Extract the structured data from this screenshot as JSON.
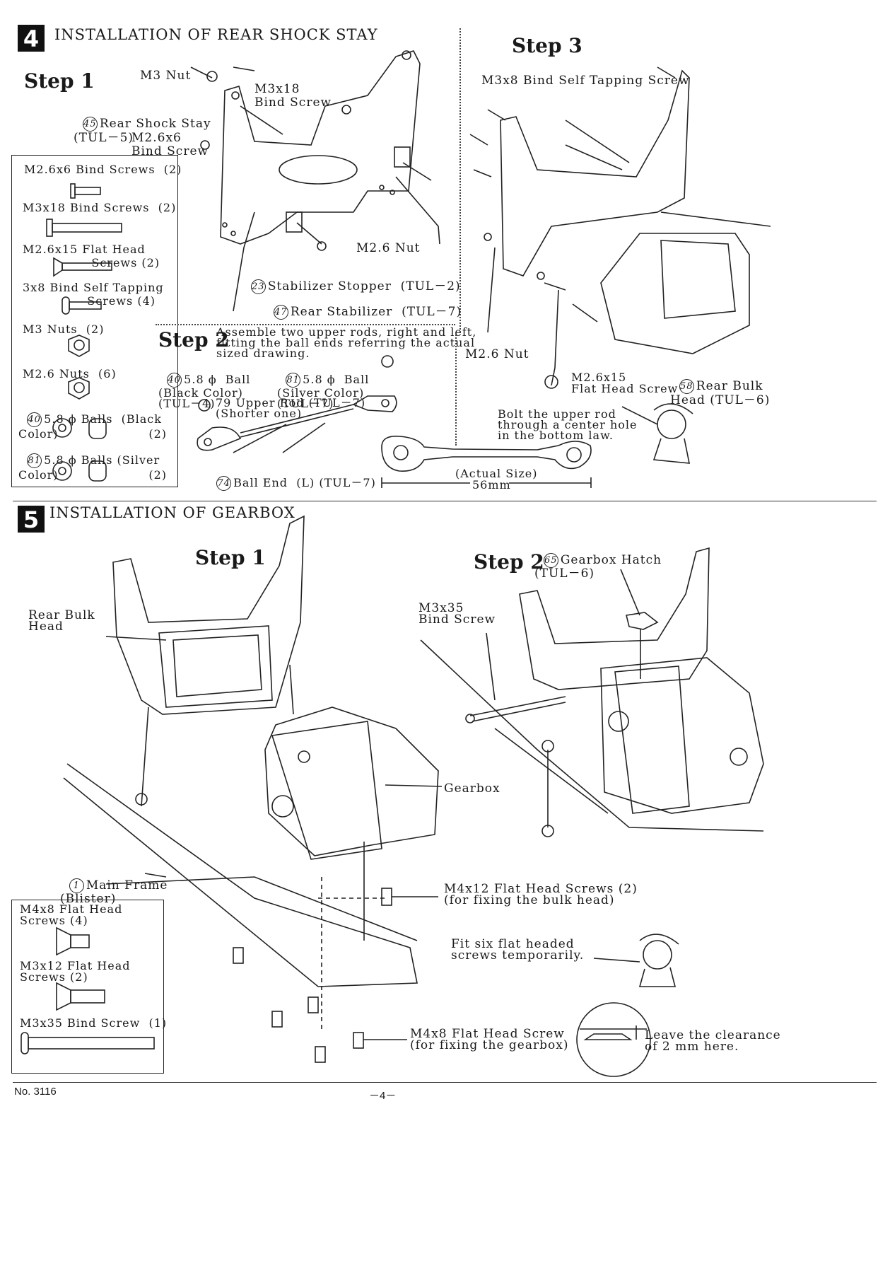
{
  "sec4": {
    "number": "4",
    "title": "INSTALLATION OF REAR SHOCK STAY",
    "step1": {
      "title": "Step 1",
      "labels": {
        "m3nut": "M3 Nut",
        "m3x18": "M3x18\nBind Screw",
        "stay_num": "45",
        "stay": "Rear Shock Stay\n(TUL－5)",
        "m26x6": "M2.6x6\nBind Screw",
        "m26nut": "M2.6 Nut",
        "stopper_num": "23",
        "stopper": "Stabilizer Stopper  (TUL－2)",
        "stab_num": "47",
        "stab": "Rear Stabilizer  (TUL－7)"
      },
      "parts": [
        {
          "label": "M2.6x6 Bind Screws  (2)"
        },
        {
          "label": "M3x18 Bind Screws  (2)"
        },
        {
          "label": "M2.6x15 Flat Head\n                Screws (2)"
        },
        {
          "label": "3x8 Bind Self Tapping\n               Screws (4)"
        },
        {
          "label": "M3 Nuts  (2)"
        },
        {
          "label": "M2.6 Nuts  (6)"
        },
        {
          "num": "40",
          "label": "5.8 ϕ Balls  (Black\nColor)                     (2)"
        },
        {
          "num": "81",
          "label": "5.8 ϕ Balls (Silver\nColor)                     (2)"
        }
      ]
    },
    "step2": {
      "title": "Step 2",
      "instruction": "Assemble two upper rods, right and left,\nfitting the ball ends referring the actual\nsized drawing.",
      "ball_black_num": "40",
      "ball_black": "5.8 ϕ  Ball\n(Black Color)\n(TUL－4)",
      "ball_silver_num": "81",
      "ball_silver": "5.8 ϕ  Ball\n(Silver Color)\n(TUL－7)",
      "upper_rod": "79 Upper Rod (TUL－7)\n(Shorter one)",
      "ball_end_num": "74",
      "ball_end": "Ball End  (L) (TUL－7)",
      "actual_size": "(Actual Size)",
      "dimension": "56mm"
    },
    "step3": {
      "title": "Step 3",
      "screw": "M3x8 Bind Self Tapping Screw",
      "nut": "M2.6 Nut",
      "flat": "M2.6x15\nFlat Head Screw",
      "bulk_num": "58",
      "bulk": "Rear Bulk\nHead (TUL－6)",
      "tip": "Bolt the upper rod\nthrough a center hole\nin the bottom law."
    }
  },
  "sec5": {
    "number": "5",
    "title": "INSTALLATION OF GEARBOX",
    "step1": {
      "title": "Step 1",
      "rear_bulk": "Rear Bulk\nHead",
      "gearbox": "Gearbox",
      "frame_num": "1",
      "frame": "Main Frame\n(Blister)",
      "m4x12": "M4x12 Flat Head Screws (2)\n(for fixing the bulk head)",
      "fit": "Fit six flat headed\nscrews temporarily.",
      "m4x8": "M4x8 Flat Head Screw\n(for fixing the gearbox)",
      "clearance": "Leave the clearance\nof 2 mm here.",
      "parts": [
        {
          "label": "M4x8 Flat Head\nScrews (4)"
        },
        {
          "label": "M3x12 Flat Head\nScrews (2)"
        },
        {
          "label": "M3x35 Bind Screw  (1)"
        }
      ]
    },
    "step2": {
      "title": "Step 2",
      "hatch_num": "65",
      "hatch": "Gearbox Hatch\n(TUL－6)",
      "m3x35": "M3x35\nBind Screw"
    }
  },
  "footer": {
    "doc_no": "No. 3116",
    "page": "－4－"
  }
}
